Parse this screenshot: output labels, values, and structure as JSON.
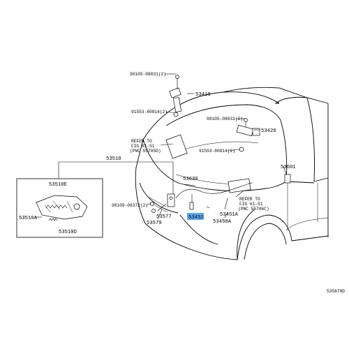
{
  "highlight_color": "#5aa8f0",
  "labels": {
    "bolt_a": "90105-08031(2)",
    "hinge_left": "53410",
    "clip_a": "91553-80814(2)",
    "bolt_b": "90105-08031(2)",
    "hinge_right": "53420",
    "clip_b": "91553-80814(2)",
    "ref_left": [
      "REFER TO",
      "FIG 61-51",
      "(PNC 55705D)"
    ],
    "lock_assy": "53510",
    "detail_top": "53510E",
    "detail_left": "53510A",
    "detail_bottom": "53510D",
    "cable": "53630",
    "ref_right": [
      "REFER TO",
      "FIG 61-51",
      "(PNC 55706C)"
    ],
    "stay": "53601",
    "bolt_c": "90109-06372(2)",
    "part_53577": "53577",
    "part_53579": "53579",
    "part_53452": "53452",
    "part_53451a": "53451A",
    "part_53450a": "53450A",
    "diagram_id": "535878D"
  }
}
